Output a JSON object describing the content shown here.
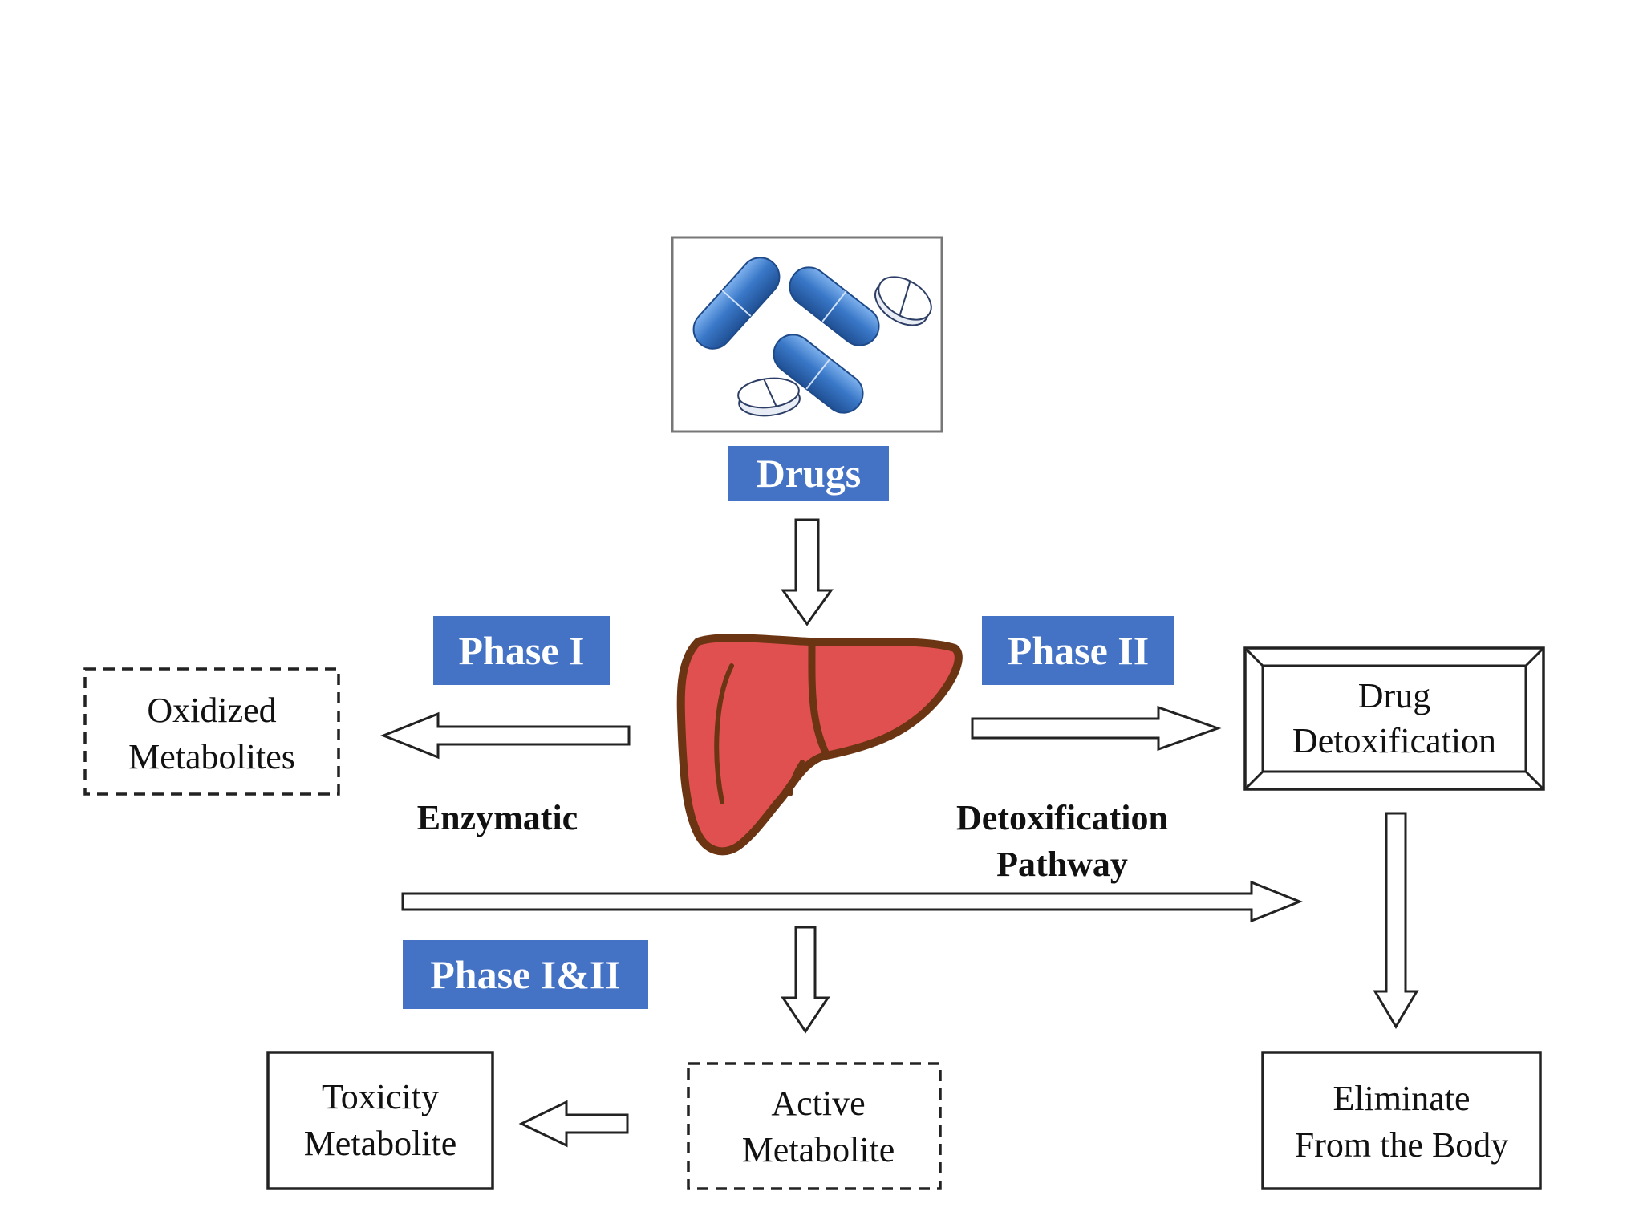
{
  "drugs": {
    "label": "Drugs"
  },
  "phases": {
    "phase1": "Phase I",
    "phase2": "Phase II",
    "phase12": "Phase I&II"
  },
  "labels": {
    "enzymatic": "Enzymatic",
    "detox_pathway_line1": "Detoxification",
    "detox_pathway_line2": "Pathway"
  },
  "boxes": {
    "oxidized": {
      "line1": "Oxidized",
      "line2": "Metabolites"
    },
    "drug_detox": {
      "line1": "Drug",
      "line2": "Detoxification"
    },
    "eliminate": {
      "line1": "Eliminate",
      "line2": "From the Body"
    },
    "toxicity": {
      "line1": "Toxicity",
      "line2": "Metabolite"
    },
    "active": {
      "line1": "Active",
      "line2": "Metabolite"
    }
  },
  "colors": {
    "badge": "#4472c4",
    "liver_fill": "#e05050",
    "liver_outline": "#6b3412",
    "capsule": "#3a78c8"
  },
  "icons": [
    "pills-icon",
    "liver-icon"
  ]
}
